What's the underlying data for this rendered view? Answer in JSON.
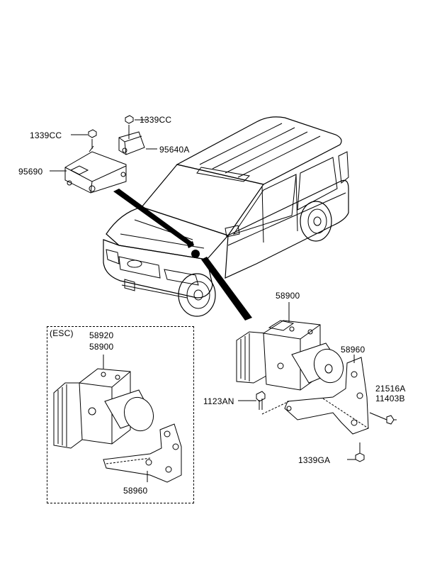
{
  "labels": {
    "p1339cc_top": "1339CC",
    "p1339cc_left": "1339CC",
    "p95640a": "95640A",
    "p95690": "95690",
    "p58900_main": "58900",
    "p58960_main": "58960",
    "p21516a": "21516A",
    "p11403b": "11403B",
    "p1123an": "1123AN",
    "p1339ga": "1339GA",
    "esc_tag": "(ESC)",
    "p58920_esc": "58920",
    "p58900_esc": "58900",
    "p58960_esc": "58960"
  }
}
